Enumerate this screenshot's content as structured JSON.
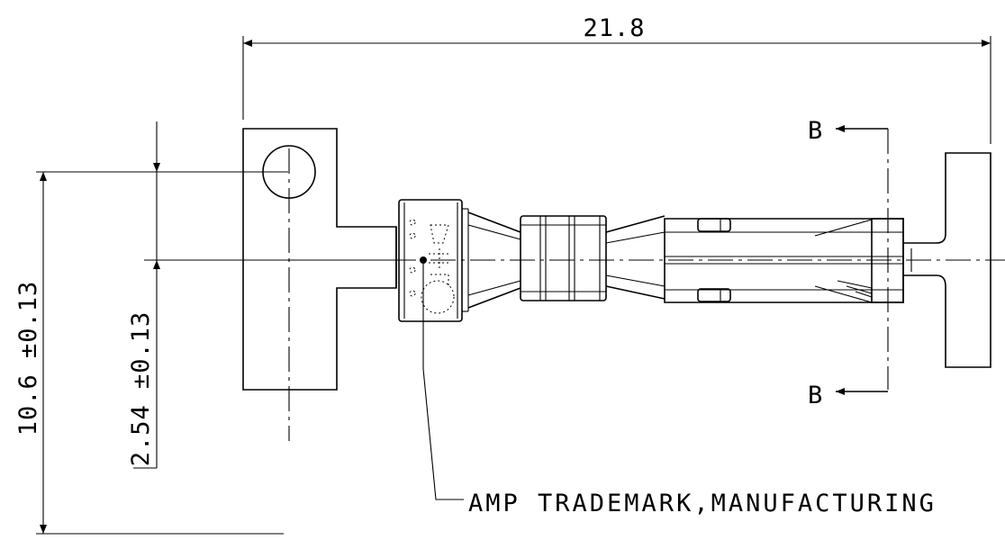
{
  "dimensions": {
    "overall_length": "21.8",
    "overall_height": "10.6 ±0.13",
    "pin_pitch": "2.54 ±0.13"
  },
  "section_labels": {
    "top": "B",
    "bottom": "B"
  },
  "callout": {
    "text": "AMP TRADEMARK,MANUFACTURING"
  }
}
